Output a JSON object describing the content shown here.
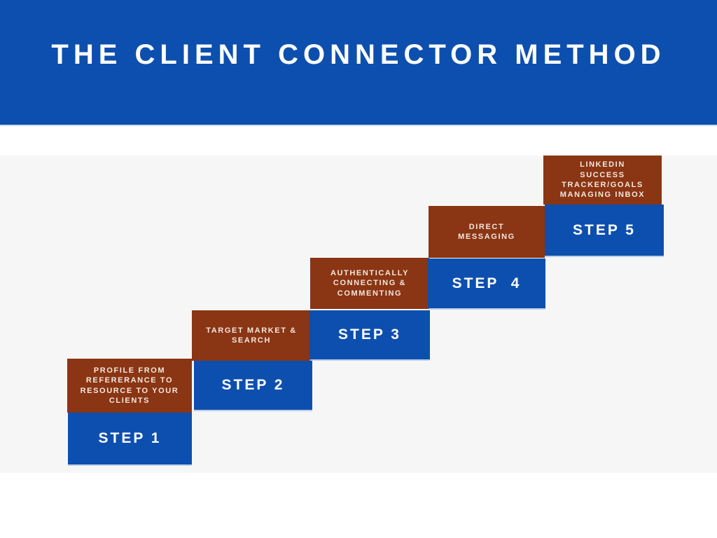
{
  "header": {
    "title": "THE CLIENT CONNECTOR METHOD"
  },
  "colors": {
    "primary_blue": "#0d4fae",
    "brown": "#8a3513",
    "band_gray": "#f6f6f6",
    "title_text": "#ffffff",
    "label_text": "#f2e8e0"
  },
  "steps": [
    {
      "label": "PROFILE FROM\nREFERERANCE TO\nRESOURCE TO YOUR\nCLIENTS",
      "step": "STEP 1"
    },
    {
      "label": "TARGET MARKET &\nSEARCH",
      "step": "STEP 2"
    },
    {
      "label": "AUTHENTICALLY\nCONNECTING &\nCOMMENTING",
      "step": "STEP 3"
    },
    {
      "label": "DIRECT\nMESSAGING",
      "step": "STEP  4"
    },
    {
      "label": "LINKEDIN\nSUCCESS\nTRACKER/GOALS\nMANAGING INBOX",
      "step": "STEP 5"
    }
  ]
}
